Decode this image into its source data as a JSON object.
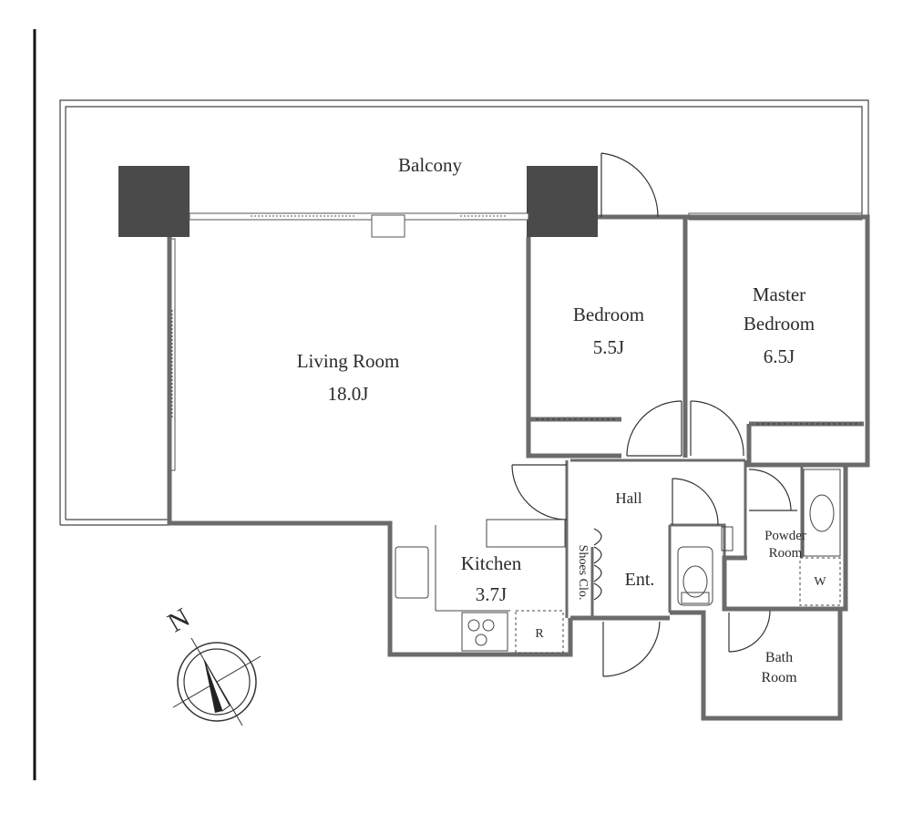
{
  "rooms": {
    "balcony": "Balcony",
    "living": {
      "name": "Living Room",
      "size": "18.0J"
    },
    "bedroom": {
      "name": "Bedroom",
      "size": "5.5J"
    },
    "master": {
      "line1": "Master",
      "line2": "Bedroom",
      "size": "6.5J"
    },
    "hall": "Hall",
    "kitchen": {
      "name": "Kitchen",
      "size": "3.7J"
    },
    "entrance": "Ent.",
    "shoes": "Shoes Clo.",
    "powder": {
      "line1": "Powder",
      "line2": "Room"
    },
    "bath": {
      "line1": "Bath",
      "line2": "Room"
    },
    "fridge": "R",
    "washer": "W"
  },
  "compass": {
    "north": "N"
  },
  "colors": {
    "wall": "#6b6b6b",
    "column": "#4a4a4a",
    "line": "#333333"
  }
}
